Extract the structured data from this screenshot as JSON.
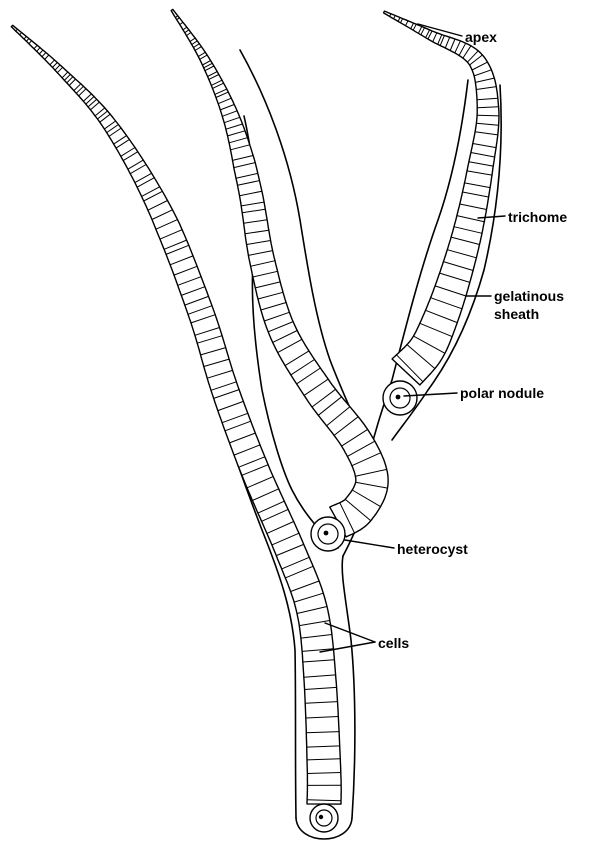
{
  "diagram": {
    "labels": {
      "apex": "apex",
      "trichome": "trichome",
      "gelatinous_sheath_line1": "gelatinous",
      "gelatinous_sheath_line2": "sheath",
      "polar_nodule": "polar nodule",
      "heterocyst": "heterocyst",
      "cells": "cells"
    }
  }
}
